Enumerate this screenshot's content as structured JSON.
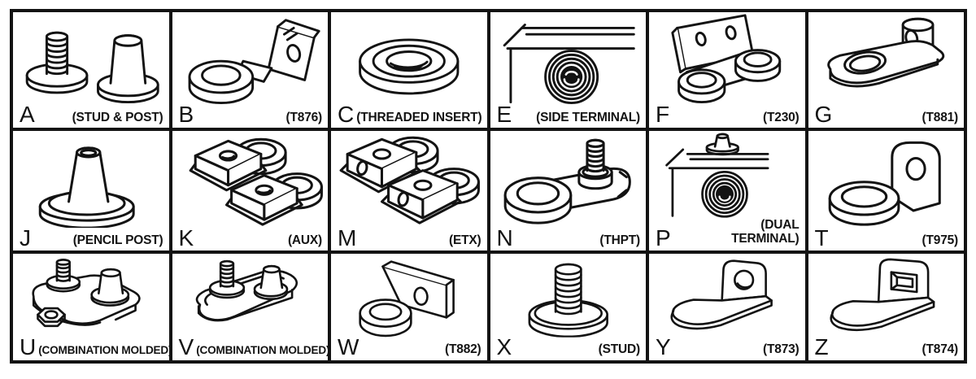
{
  "figure": {
    "title": "Battery terminal type chart",
    "background_color": "#ffffff",
    "line_color": "#131313",
    "columns": 6,
    "rows": 3
  },
  "grid": {
    "cells": [
      {
        "letter": "A",
        "label": "(STUD & POST)",
        "icon": "stud-and-post"
      },
      {
        "letter": "B",
        "label": "(T876)",
        "icon": "t876-bracket"
      },
      {
        "letter": "C",
        "label": "(THREADED INSERT)",
        "icon": "threaded-insert"
      },
      {
        "letter": "E",
        "label": "(SIDE TERMINAL)",
        "icon": "side-terminal"
      },
      {
        "letter": "F",
        "label": "(T230)",
        "icon": "t230-bracket"
      },
      {
        "letter": "G",
        "label": "(T881)",
        "icon": "t881-terminal"
      },
      {
        "letter": "J",
        "label": "(PENCIL POST)",
        "icon": "pencil-post"
      },
      {
        "letter": "K",
        "label": "(AUX)",
        "icon": "aux-terminal"
      },
      {
        "letter": "M",
        "label": "(ETX)",
        "icon": "etx-terminal"
      },
      {
        "letter": "N",
        "label": "(THPT)",
        "icon": "thpt-terminal"
      },
      {
        "letter": "P",
        "label": "(DUAL TERMINAL)",
        "icon": "dual-terminal"
      },
      {
        "letter": "T",
        "label": "(T975)",
        "icon": "t975-bracket"
      },
      {
        "letter": "U",
        "label": "(COMBINATION MOLDED)",
        "icon": "combination-molded-a"
      },
      {
        "letter": "V",
        "label": "(COMBINATION MOLDED)",
        "icon": "combination-molded-b"
      },
      {
        "letter": "W",
        "label": "(T882)",
        "icon": "t882-bracket"
      },
      {
        "letter": "X",
        "label": "(STUD)",
        "icon": "stud-terminal"
      },
      {
        "letter": "Y",
        "label": "(T873)",
        "icon": "t873-bracket"
      },
      {
        "letter": "Z",
        "label": "(T874)",
        "icon": "t874-bracket"
      }
    ]
  }
}
